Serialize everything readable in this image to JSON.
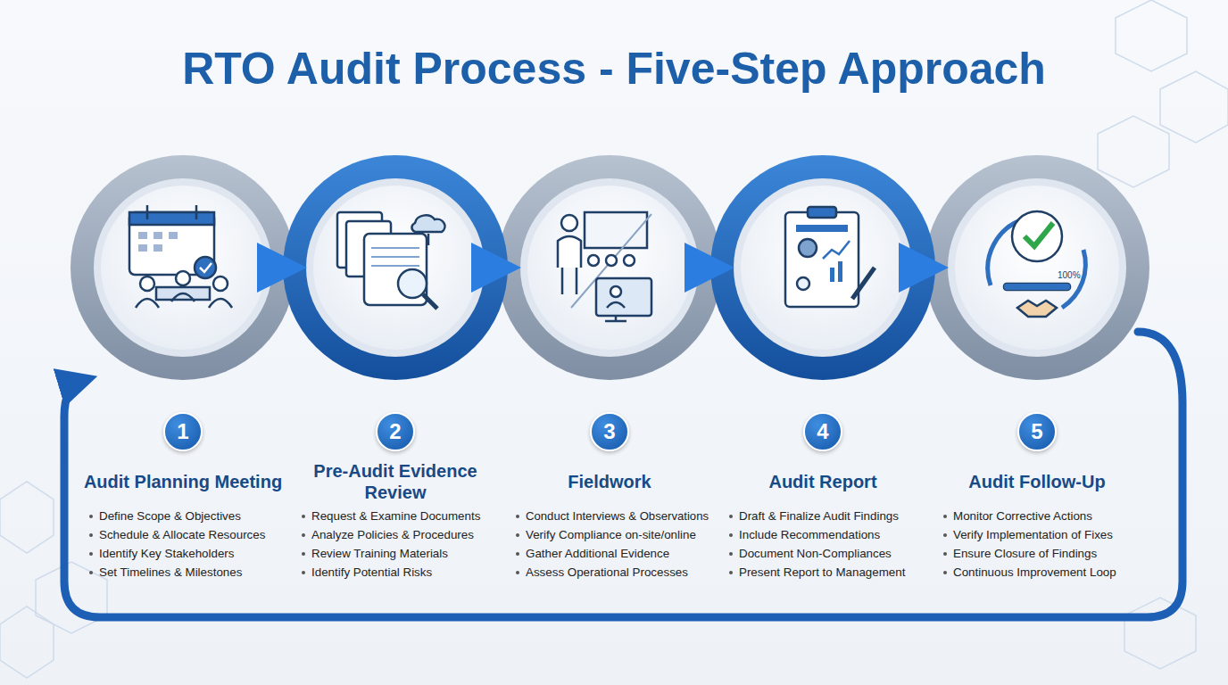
{
  "diagram": {
    "title": "RTO Audit Process - Five-Step Approach",
    "nodes": [
      {
        "text": [
          "1",
          "Audit Planning Meeting",
          "Define Scope & Objectives",
          "Schedule & Allocate Resources",
          "Identify Key Stakeholders",
          "Set Timelines & Milestones"
        ]
      },
      {
        "text": [
          "2",
          "Pre-Audit Evidence Review",
          "Request & Examine Documents",
          "Analyze Policies & Procedures",
          "Review Training Materials",
          "Identify Potential Risks"
        ]
      },
      {
        "text": [
          "3",
          "Fieldwork",
          "Conduct Interviews & Observations",
          "Verify Compliance on-site/online",
          "Gather Additional Evidence",
          "Assess Operational Processes"
        ]
      },
      {
        "text": [
          "4",
          "Audit Report",
          "Draft & Finalize Audit Findings",
          "Include Recommendations",
          "Document Non-Compliances",
          "Present Report to Management"
        ]
      },
      {
        "text": [
          "5",
          "Audit Follow-Up",
          "Monitor Corrective Actions",
          "Verify Implementation of Fixes",
          "Ensure Closure of Findings",
          "Continuous Improvement Loop"
        ]
      }
    ],
    "edges": [
      {
        "from": 0,
        "to": 1,
        "arrow": "to"
      },
      {
        "from": 1,
        "to": 2,
        "arrow": "to"
      },
      {
        "from": 2,
        "to": 3,
        "arrow": "to"
      },
      {
        "from": 3,
        "to": 4,
        "arrow": "to"
      },
      {
        "from": 4,
        "to": 0,
        "arrow": "to"
      }
    ],
    "labels": [
      "100%"
    ]
  }
}
